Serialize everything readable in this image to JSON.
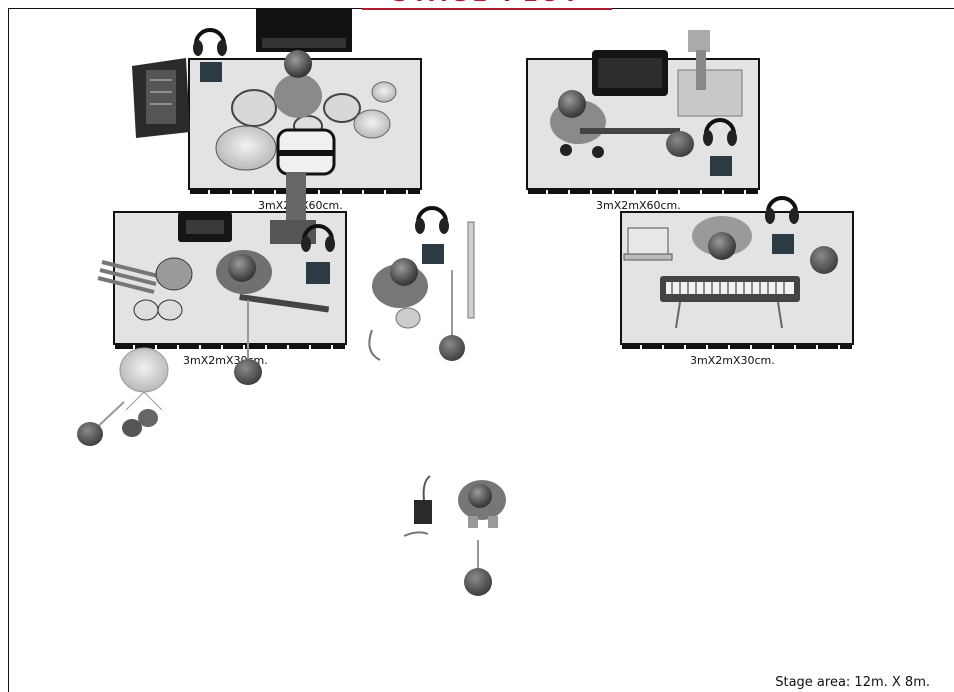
{
  "header": {
    "title": "STAGE PLOT"
  },
  "risers": [
    {
      "id": "drums",
      "label": "3mX2mX60cm."
    },
    {
      "id": "guitar",
      "label": "3mX2mX60cm."
    },
    {
      "id": "bass",
      "label": "3mX2mX30cm."
    },
    {
      "id": "keys",
      "label": "3mX2mX30cm."
    }
  ],
  "footer": {
    "stage_area": "Stage area: 12m. X 8m."
  }
}
